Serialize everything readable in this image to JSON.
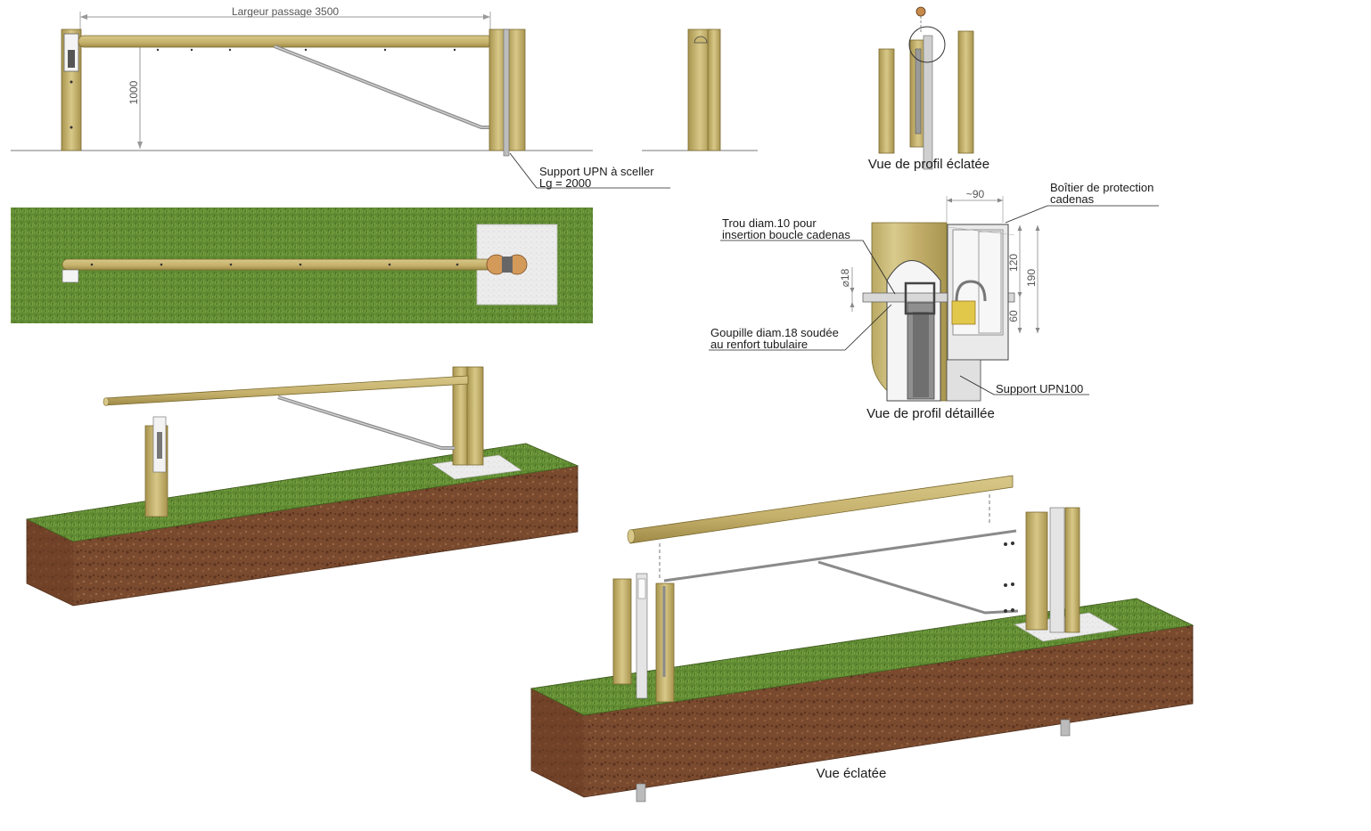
{
  "colors": {
    "wood": "#c9b772",
    "wood_dark": "#a8944e",
    "grass": "#5f8a32",
    "soil": "#7a4a2e",
    "metal": "#9a9a9a",
    "concrete": "#e6e6e6",
    "padlock": "#e2c84a"
  },
  "front_view": {
    "width_label": "Largeur passage 3500",
    "height_label": "1000",
    "support_label_line1": "Support UPN à sceller",
    "support_label_line2": "Lg = 2000"
  },
  "exploded_profile": {
    "title": "Vue de profil éclatée"
  },
  "detailed_profile": {
    "title": "Vue de profil détaillée",
    "dim_width": "~90",
    "dim_190": "190",
    "dim_120": "120",
    "dim_60": "60",
    "dim_diam": "⌀18",
    "box_label_line1": "Boîtier de protection",
    "box_label_line2": "cadenas",
    "hole_label_line1": "Trou diam.10 pour",
    "hole_label_line2": "insertion boucle cadenas",
    "pin_label_line1": "Goupille diam.18 soudée",
    "pin_label_line2": "au renfort tubulaire",
    "upn_label": "Support UPN100"
  },
  "exploded_view": {
    "title": "Vue éclatée"
  }
}
